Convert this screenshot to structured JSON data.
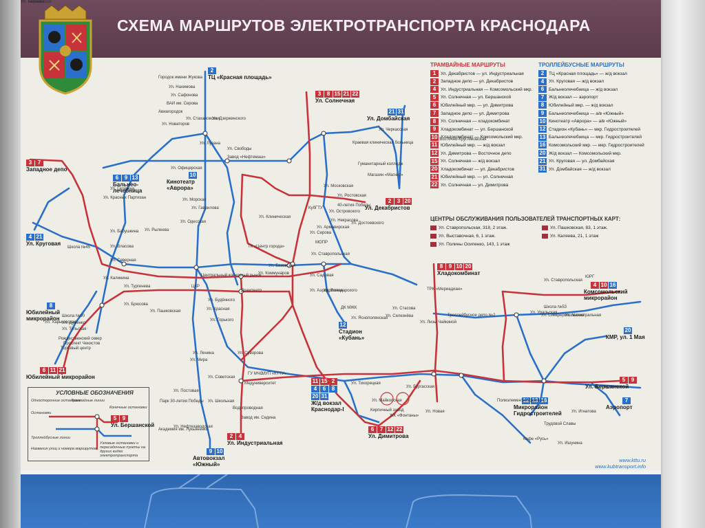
{
  "title": "СХЕМА МАРШРУТОВ ЭЛЕКТРОТРАНСПОРТА КРАСНОДАРА",
  "icons": {
    "emblem": "coat-of-arms-icon",
    "service_center": "flag-icon"
  },
  "colors": {
    "tram": "#c8333b",
    "trolleybus": "#2a6fc9",
    "header": "#5c3c4d",
    "footer": "#3b7bc8"
  },
  "terminals": [
    {
      "id": "tc-krasnaya",
      "name": "ТЦ «Красная площадь»",
      "trol": [
        "2"
      ],
      "tram": []
    },
    {
      "id": "solnechnaya",
      "name": "Ул. Солнечная",
      "trol": [],
      "tram": [
        "3",
        "8",
        "15",
        "21",
        "22"
      ]
    },
    {
      "id": "domba",
      "name": "Ул. Домбайская",
      "trol": [
        "21",
        "31"
      ],
      "tram": []
    },
    {
      "id": "zapadnoe",
      "name": "Западное депо",
      "trol": [],
      "tram": [
        "3",
        "7"
      ]
    },
    {
      "id": "balneo",
      "name": "Бальнео-лечебница",
      "trol": [
        "6",
        "9",
        "13"
      ],
      "tram": []
    },
    {
      "id": "kinoteatr",
      "name": "Кинотеатр «Аврора»",
      "trol": [
        "10"
      ],
      "tram": []
    },
    {
      "id": "dekabristov",
      "name": "Ул. Декабристов",
      "trol": [],
      "tram": [
        "2",
        "3",
        "20"
      ]
    },
    {
      "id": "krugovaya",
      "name": "Ул. Круговая",
      "trol": [
        "4",
        "21"
      ],
      "tram": []
    },
    {
      "id": "hladokombinat",
      "name": "Хладокомбинат",
      "trol": [],
      "tram": [
        "8",
        "9",
        "10",
        "20"
      ]
    },
    {
      "id": "komsomolsky",
      "name": "Комсомольский микрорайон",
      "trol": [
        "16"
      ],
      "tram": [
        "4",
        "10"
      ]
    },
    {
      "id": "yubileyny-top",
      "name": "Юбилейный микрорайон",
      "trol": [
        "8"
      ],
      "tram": []
    },
    {
      "id": "stadion",
      "name": "Стадион «Кубань»",
      "trol": [
        "12"
      ],
      "tram": []
    },
    {
      "id": "kmr",
      "name": "КМР, ул. 1 Мая",
      "trol": [
        "20"
      ],
      "tram": []
    },
    {
      "id": "yubileyny-bottom",
      "name": "Юбилейный микрорайон",
      "trol": [],
      "tram": [
        "6",
        "11",
        "21"
      ]
    },
    {
      "id": "vokzal",
      "name": "Ж/д вокзал Краснодар-I",
      "trol": [
        "4",
        "6",
        "8",
        "20",
        "31"
      ],
      "tram": [
        "11",
        "15",
        "2"
      ]
    },
    {
      "id": "dimitrova",
      "name": "Ул. Димитрова",
      "trol": [],
      "tram": [
        "6",
        "7",
        "12",
        "22"
      ]
    },
    {
      "id": "bershanskoy-right",
      "name": "Ул. Бершанской",
      "trol": [],
      "tram": [
        "5",
        "9"
      ]
    },
    {
      "id": "aeroport",
      "name": "Аэропорт",
      "trol": [
        "7"
      ],
      "tram": []
    },
    {
      "id": "gidrostroitelei",
      "name": "Микрорайон Гидростроителей",
      "trol": [
        "12",
        "13",
        "16"
      ],
      "tram": []
    },
    {
      "id": "industrialnaya",
      "name": "Ул. Индустриальная",
      "trol": [],
      "tram": [
        "2",
        "4"
      ]
    },
    {
      "id": "avtovokzal",
      "name": "Автовокзал «Южный»",
      "trol": [
        "9",
        "10"
      ],
      "tram": []
    },
    {
      "id": "bershanskoy-legend",
      "name": "Ул. Бершанской",
      "trol": [],
      "tram": [
        "5",
        "9"
      ]
    }
  ],
  "place_labels": [
    "Городок имени Жукова",
    "Ул. Нахимова",
    "Ул. Сафонова",
    "ВАИ им. Серова",
    "Авиагородок",
    "Ул. Новаторов",
    "Ул. Стахановская",
    "Ул. Дзержинского",
    "Ул. Лузана",
    "Ул. Свободы",
    "Завод «Нефтемаш»",
    "Ул. Офицерская",
    "Ул. Морская",
    "Ул. Гаврилова",
    "Ул. Одесская",
    "Ул. Рылеева",
    "Ул. Бабушкина",
    "Ул. Власова",
    "Ул. Гагарина",
    "Ул. Красных Партизан",
    "Школа №45",
    "Ул. Северная",
    "Ул. Калинина",
    "Ул. Тургенева",
    "Ул. Брюсова",
    "Ул. Пашковская",
    "Ул. Будённого",
    "Ул. Красная",
    "Ул. Горького",
    "Ул. Мира",
    "Ул. Ленина",
    "Ул. Суворова",
    "Ул. Советская",
    "ЦКР",
    "Центральный колхозный рынок",
    "Драмтеатр",
    "Ул. Коммунаров",
    "Ул. Базовская",
    "ТК «Центр города»",
    "Ул. Клиническая",
    "Ул. Ставропольская",
    "Ул. Аэродромная",
    "Ул. Садовая",
    "Ул. Володарского",
    "ДК МЖК",
    "Ул. Яснополянская",
    "Ул. Московская",
    "Ул. Ростовская",
    "40-летия Победы",
    "КубГТУ",
    "Ул. Островского",
    "Ул. Некрасова",
    "Ул. Армавирская",
    "Ул. Достоевского",
    "Ул. Серова",
    "МОПР",
    "Краевая клиническая больница",
    "Гуманитарный колледж",
    "Магазин «Магнит»",
    "Ул. Черкасская",
    "Ул. Восточно-Кругликовская",
    "ТРК «Мериадиан»",
    "Троллейбусное депо №2",
    "Ул. Стасова",
    "Ул. Селезнёва",
    "Ул. Лизы Чайкиной",
    "Ул. Новая",
    "Ул. Бургасская",
    "Ул. Тихорецкая",
    "Ул. Майкопская",
    "ЖК «Фонтаны»",
    "Кирпичный завод",
    "ГУ МЧС",
    "Медуниверситет",
    "МУП «КТТУ»",
    "Ул. Постовая",
    "Парк 30-летия Победы",
    "Ул. Школьная",
    "Водопроводная",
    "Завод им. Седина",
    "Ул. Нефтезаводская",
    "Академия им. Лукьяненко",
    "Проспект Чекистов",
    "Торговый центр",
    "Рождественский сквер",
    "Ул. Тульская",
    "Ул. Думенко",
    "Ул. Харьковская",
    "Школа №90",
    "Ул. Ишунина",
    "Кафе «Русь»",
    "Трудовой Славы",
    "Полиэлемента Водников",
    "Ул. Игнатова",
    "ЮРГ",
    "Ул. Уральская",
    "Ул. Симферопольская",
    "Ул. Ставропольская",
    "Школа №53",
    "Ул. Магистральная",
    "Ул. Нежинская",
    "Ул. Тюляева",
    "Ул. Бершанской"
  ],
  "legend": {
    "tram_heading": "ТРАМВАЙНЫЕ МАРШРУТЫ",
    "trol_heading": "ТРОЛЛЕЙБУСНЫЕ МАРШРУТЫ",
    "tram": [
      {
        "n": "1",
        "t": "Ул. Декабристов — ул. Индустриальная"
      },
      {
        "n": "2",
        "t": "Западное депо — ул. Декабристов"
      },
      {
        "n": "4",
        "t": "Ул. Индустриальная — Комсомольский мкр."
      },
      {
        "n": "5",
        "t": "Ул. Солнечная — ул. Бершанской"
      },
      {
        "n": "6",
        "t": "Юбилейный мкр. — ул. Димитрова"
      },
      {
        "n": "7",
        "t": "Западное депо — ул. Димитрова"
      },
      {
        "n": "8",
        "t": "Ул. Солнечная — хладокомбинат"
      },
      {
        "n": "9",
        "t": "Хладокомбинат — ул. Бершанской"
      },
      {
        "n": "10",
        "t": "Хладокомбинат — Комсомольский мкр."
      },
      {
        "n": "11",
        "t": "Юбилейный мкр. — ж/д вокзал"
      },
      {
        "n": "12",
        "t": "Ул. Димитрова — Восточное депо"
      },
      {
        "n": "15",
        "t": "Ул. Солнечная — ж/д вокзал"
      },
      {
        "n": "20",
        "t": "Хладокомбинат — ул. Декабристов"
      },
      {
        "n": "21",
        "t": "Юбилейный мкр. — ул. Солнечная"
      },
      {
        "n": "22",
        "t": "Ул. Солнечная — ул. Димитрова"
      }
    ],
    "trol": [
      {
        "n": "2",
        "t": "ТЦ «Красная площадь» — ж/д вокзал"
      },
      {
        "n": "4",
        "t": "Ул. Круговая — ж/д вокзал"
      },
      {
        "n": "6",
        "t": "Бальнеолечебница — ж/д вокзал"
      },
      {
        "n": "7",
        "t": "Ж/д вокзал — аэропорт"
      },
      {
        "n": "8",
        "t": "Юбилейный мкр. — ж/д вокзал"
      },
      {
        "n": "9",
        "t": "Бальнеолечебница — а/в «Южный»"
      },
      {
        "n": "10",
        "t": "Кинотеатр «Аврора» — а/в «Южный»"
      },
      {
        "n": "12",
        "t": "Стадион «Кубань» — мкр. Гидростроителей"
      },
      {
        "n": "13",
        "t": "Бальнеолечебница — мкр. Гидростроителей"
      },
      {
        "n": "16",
        "t": "Комсомольский мкр. — мкр. Гидростроителей"
      },
      {
        "n": "20",
        "t": "Ж/д вокзал — Комсомольский мкр."
      },
      {
        "n": "21",
        "t": "Ул. Круговая — ул. Домбайская"
      },
      {
        "n": "31",
        "t": "Ул. Домбайская — ж/д вокзал"
      }
    ],
    "service_heading": "ЦЕНТРЫ ОБСЛУЖИВАНИЯ ПОЛЬЗОВАТЕЛЕЙ ТРАНСПОРТНЫХ КАРТ:",
    "service": [
      "Ул. Ставропольская, 318, 2 этаж.",
      "Ул. Пашковская, 83, 1 этаж.",
      "Ул. Выставочная, 6, 1 этаж.",
      "Ул. Каляева, 21, 1 этаж",
      "Ул. Полины Осипенко, 143, 1 этаж"
    ]
  },
  "conditions": {
    "title": "УСЛОВНЫЕ ОБОЗНАЧЕНИЯ",
    "labels": [
      "Односторонние остановки",
      "Трамвайные линии",
      "Конечные остановки",
      "Остановки",
      "Троллейбусные линии",
      "Названия улиц и номера маршрутов",
      "Узловые остановки и пересадочные пункты на других видах электротранспорта"
    ]
  },
  "urls": [
    "www.kttu.ru",
    "www.kubtransport.info"
  ]
}
